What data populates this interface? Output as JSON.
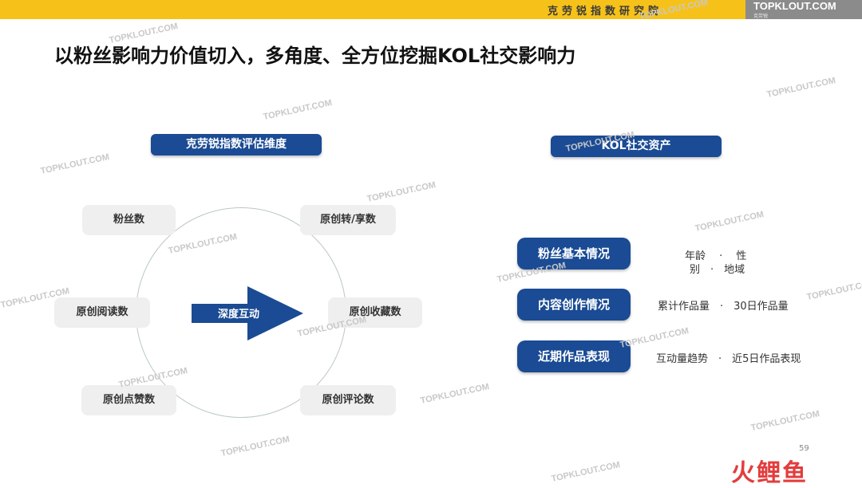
{
  "header": {
    "institute": "克劳锐指数研究院",
    "brand": "TOPKLOUT.COM",
    "brand_sub": "克劳锐"
  },
  "title": "以粉丝影响力价值切入，多角度、全方位挖掘KOL社交影响力",
  "left": {
    "heading": "克劳锐指数评估维度",
    "center_label": "深度互动",
    "dimensions": [
      "粉丝数",
      "原创转/享数",
      "原创阅读数",
      "原创收藏数",
      "原创点赞数",
      "原创评论数"
    ]
  },
  "right": {
    "heading": "KOL社交资产",
    "assets": [
      {
        "label": "粉丝基本情况",
        "detail_line1": "年龄　 ·　 性",
        "detail_line2": "别　·　地域"
      },
      {
        "label": "内容创作情况",
        "detail_line1": "累计作品量　·　30日作品量"
      },
      {
        "label": "近期作品表现",
        "detail_line1": "互动量趋势　·　近5日作品表现"
      }
    ]
  },
  "footer": {
    "page_number": "59",
    "logo": "火鲤鱼"
  },
  "watermark": "TOPKLOUT.COM",
  "colors": {
    "accent": "#f6c21a",
    "primary": "#1a4b94",
    "chip": "#efefef"
  }
}
